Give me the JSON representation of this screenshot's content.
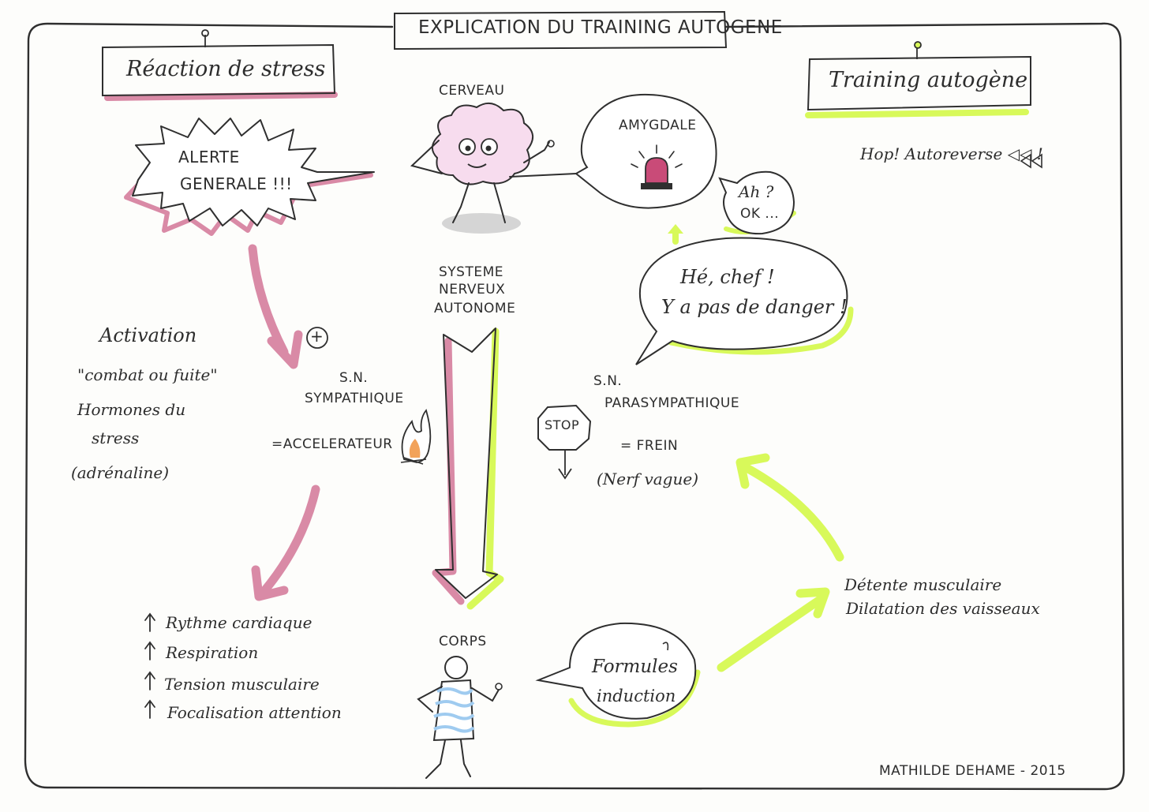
{
  "title": "EXPLICATION DU TRAINING AUTOGENE",
  "left_section": {
    "title": "Réaction de stress",
    "alert_line1": "ALERTE",
    "alert_line2": "GENERALE !!!",
    "activation_lines": [
      "Activation",
      "\"combat ou fuite\"",
      "Hormones du",
      "stress",
      "(adrénaline)"
    ],
    "plus_sign": "+",
    "effects": [
      "Rythme cardiaque",
      "Respiration",
      "Tension musculaire",
      "Focalisation attention"
    ],
    "effect_arrow": "↑"
  },
  "center": {
    "brain_label": "CERVEAU",
    "ans_lines": [
      "SYSTEME",
      "NERVEUX",
      "AUTONOME"
    ],
    "sympathetic_lines": [
      "S.N.",
      "SYMPATHIQUE"
    ],
    "accelerator": "=ACCELERATEUR",
    "body_label": "CORPS"
  },
  "amygdala": {
    "label": "AMYGDALE",
    "reply_line1": "Ah ?",
    "reply_line2": "OK ..."
  },
  "right_section": {
    "title": "Training autogène",
    "autoreverse": "Hop! Autoreverse ◁◁ !",
    "speech_line1": "Hé, chef !",
    "speech_line2": "Y a pas de danger !",
    "parasympathetic_lines": [
      "S.N.",
      "PARASYMPATHIQUE"
    ],
    "stop_sign": "STOP",
    "brake": "= FREIN",
    "vagus": "(Nerf vague)",
    "formula_line1": "Formules",
    "formula_line2": "induction",
    "relax_lines": [
      "Détente musculaire",
      "Dilatation des vaisseaux"
    ]
  },
  "signature": "MATHILDE DEHAME - 2015",
  "colors": {
    "stress_pink": "#d98aa6",
    "relax_green": "#d8f95a",
    "ink": "#2d2d2d",
    "alarm_red": "#c94b78",
    "shirt_blue": "#9fcbf0",
    "brain_pink": "#f6d6ea",
    "fire_orange": "#f2a25a"
  }
}
